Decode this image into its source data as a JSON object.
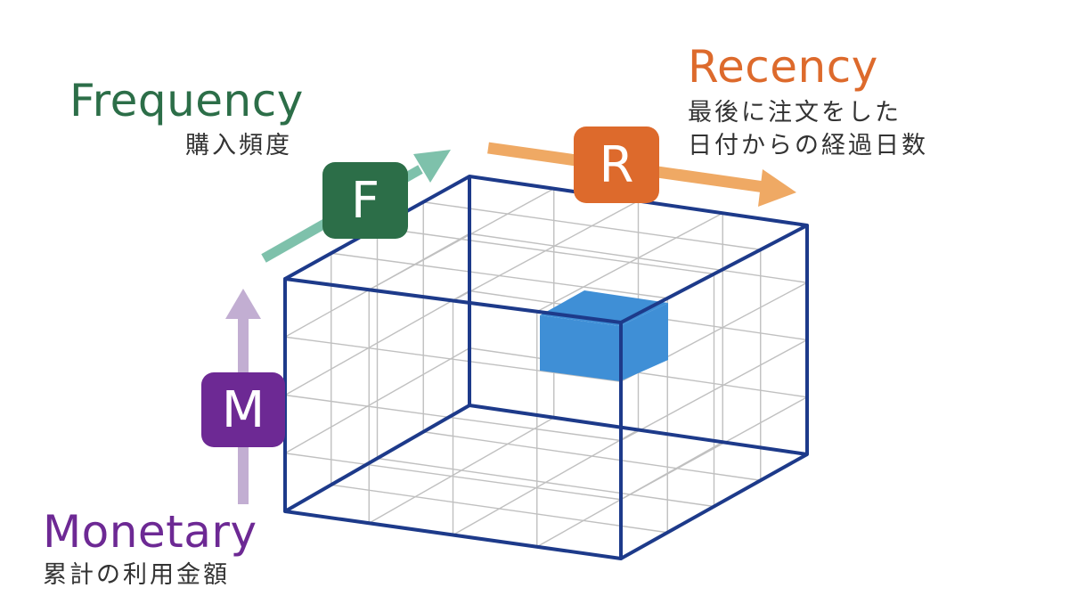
{
  "frequency": {
    "title": "Frequency",
    "subtitle": "購入頻度",
    "badge": "F",
    "color": "#2c6e48",
    "arrow_color": "#7ec1ab"
  },
  "recency": {
    "title": "Recency",
    "subtitle_line1": "最後に注文をした",
    "subtitle_line2": "日付からの経過日数",
    "badge": "R",
    "color": "#dd6a2c",
    "arrow_color": "#efa964"
  },
  "monetary": {
    "title": "Monetary",
    "subtitle": "累計の利用金額",
    "badge": "M",
    "color": "#6d2994",
    "arrow_color": "#c2aed2"
  },
  "cube": {
    "edge_color": "#1d3a8a",
    "grid_color": "#c0c0c0",
    "highlight_color": "#3f8fd6",
    "grid_divisions": 4
  }
}
